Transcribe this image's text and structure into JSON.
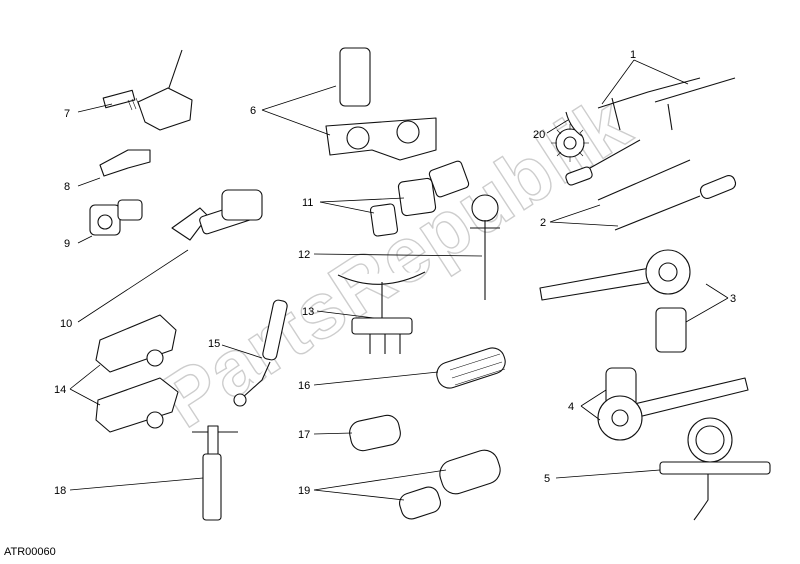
{
  "diagram": {
    "drawing_code": "ATR00060",
    "watermark": "PartsRepublik",
    "callouts": [
      {
        "id": "c7",
        "label": "7"
      },
      {
        "id": "c8",
        "label": "8"
      },
      {
        "id": "c9",
        "label": "9"
      },
      {
        "id": "c10",
        "label": "10"
      },
      {
        "id": "c14",
        "label": "14"
      },
      {
        "id": "c15",
        "label": "15"
      },
      {
        "id": "c18",
        "label": "18"
      },
      {
        "id": "c6",
        "label": "6"
      },
      {
        "id": "c11",
        "label": "11"
      },
      {
        "id": "c12",
        "label": "12"
      },
      {
        "id": "c13",
        "label": "13"
      },
      {
        "id": "c16",
        "label": "16"
      },
      {
        "id": "c17",
        "label": "17"
      },
      {
        "id": "c19",
        "label": "19"
      },
      {
        "id": "c1",
        "label": "1"
      },
      {
        "id": "c20",
        "label": "20"
      },
      {
        "id": "c2",
        "label": "2"
      },
      {
        "id": "c3",
        "label": "3"
      },
      {
        "id": "c4",
        "label": "4"
      },
      {
        "id": "c5",
        "label": "5"
      }
    ]
  }
}
